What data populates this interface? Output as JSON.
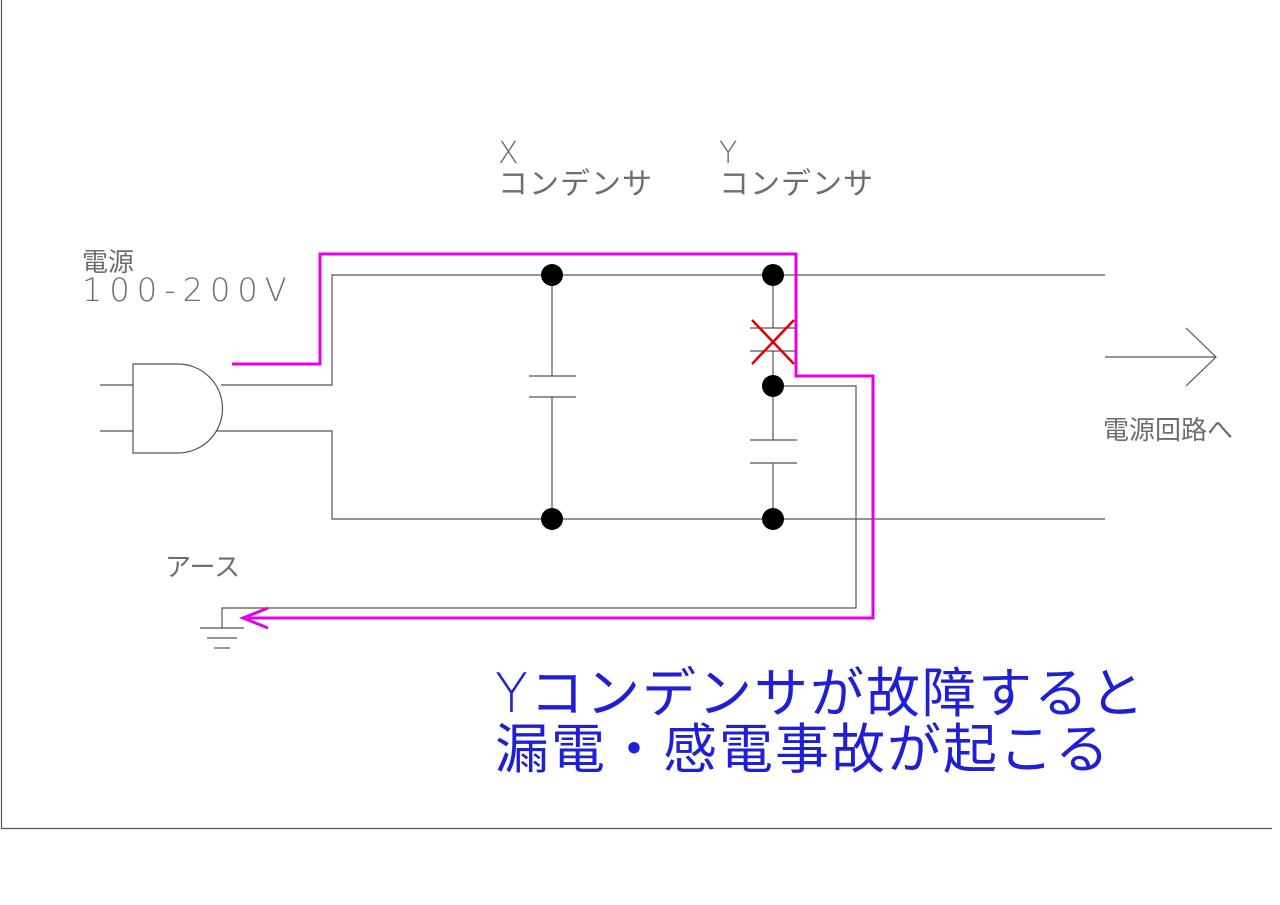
{
  "labels": {
    "x_cap_line1": "X",
    "x_cap_line2": "コンデンサ",
    "y_cap_line1": "Y",
    "y_cap_line2": "コンデンサ",
    "power_line1": "電源",
    "power_line2": "100-200V",
    "earth": "アース",
    "to_circuit": "電源回路へ"
  },
  "warning": {
    "line1": "Yコンデンサが故障すると",
    "line2": "漏電・感電事故が起こる"
  },
  "colors": {
    "wire": "#555555",
    "leak_path": "#e600e6",
    "fault_mark": "#e00000",
    "warning_text": "#1f1fd6",
    "label_text": "#6e6e6e"
  }
}
